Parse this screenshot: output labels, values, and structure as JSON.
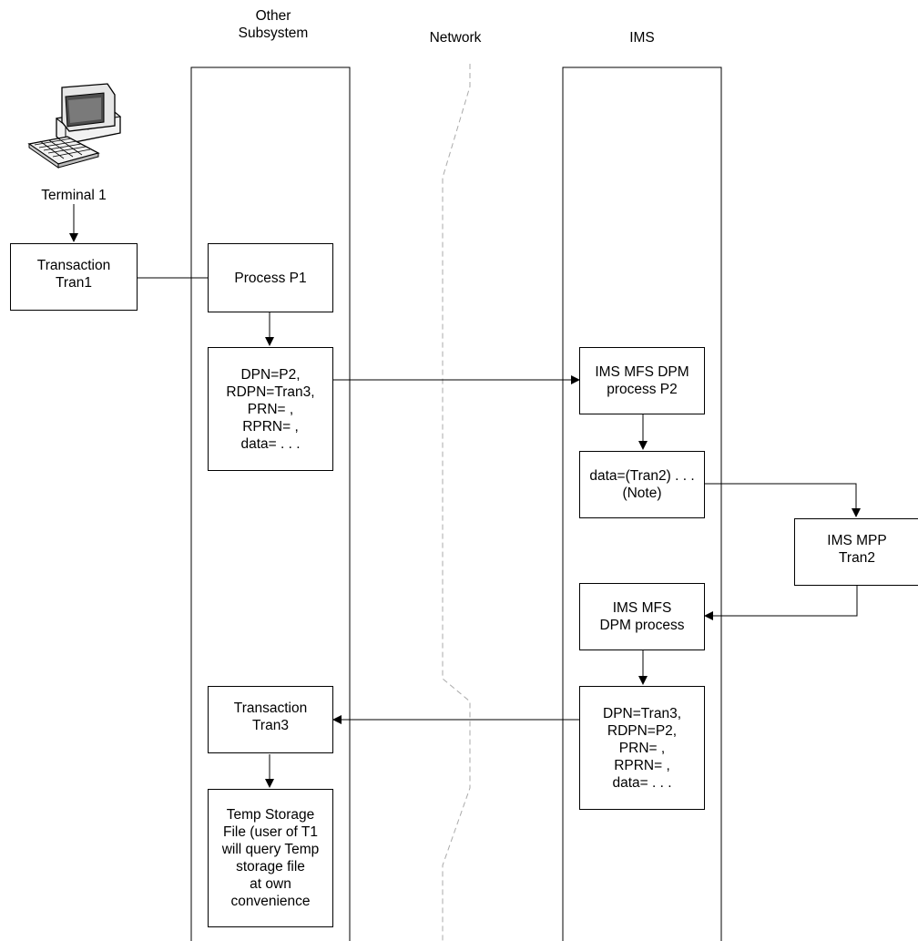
{
  "headers": {
    "other_line1": "Other",
    "other_line2": "Subsystem",
    "network": "Network",
    "ims": "IMS"
  },
  "terminal_label": "Terminal 1",
  "boxes": {
    "tran1": [
      "Transaction",
      "Tran1"
    ],
    "p1": [
      "Process P1"
    ],
    "dpn_out": [
      "DPN=P2,",
      "RDPN=Tran3,",
      "PRN= ,",
      "RPRN= ,",
      "data= . . ."
    ],
    "mfs_p2": [
      "IMS MFS DPM",
      "process P2"
    ],
    "data_tran2": [
      "data=(Tran2) . . .",
      "(Note)"
    ],
    "mpp_tran2": [
      "IMS MPP",
      "Tran2"
    ],
    "mfs_dpm": [
      "IMS MFS",
      "DPM process"
    ],
    "dpn_back": [
      "DPN=Tran3,",
      "RDPN=P2,",
      "PRN= ,",
      "RPRN= ,",
      "data= . . ."
    ],
    "tran3": [
      "Transaction",
      "Tran3"
    ],
    "temp": [
      "Temp Storage",
      "File (user of T1",
      "will query Temp",
      "storage file",
      "at own",
      "convenience"
    ]
  }
}
